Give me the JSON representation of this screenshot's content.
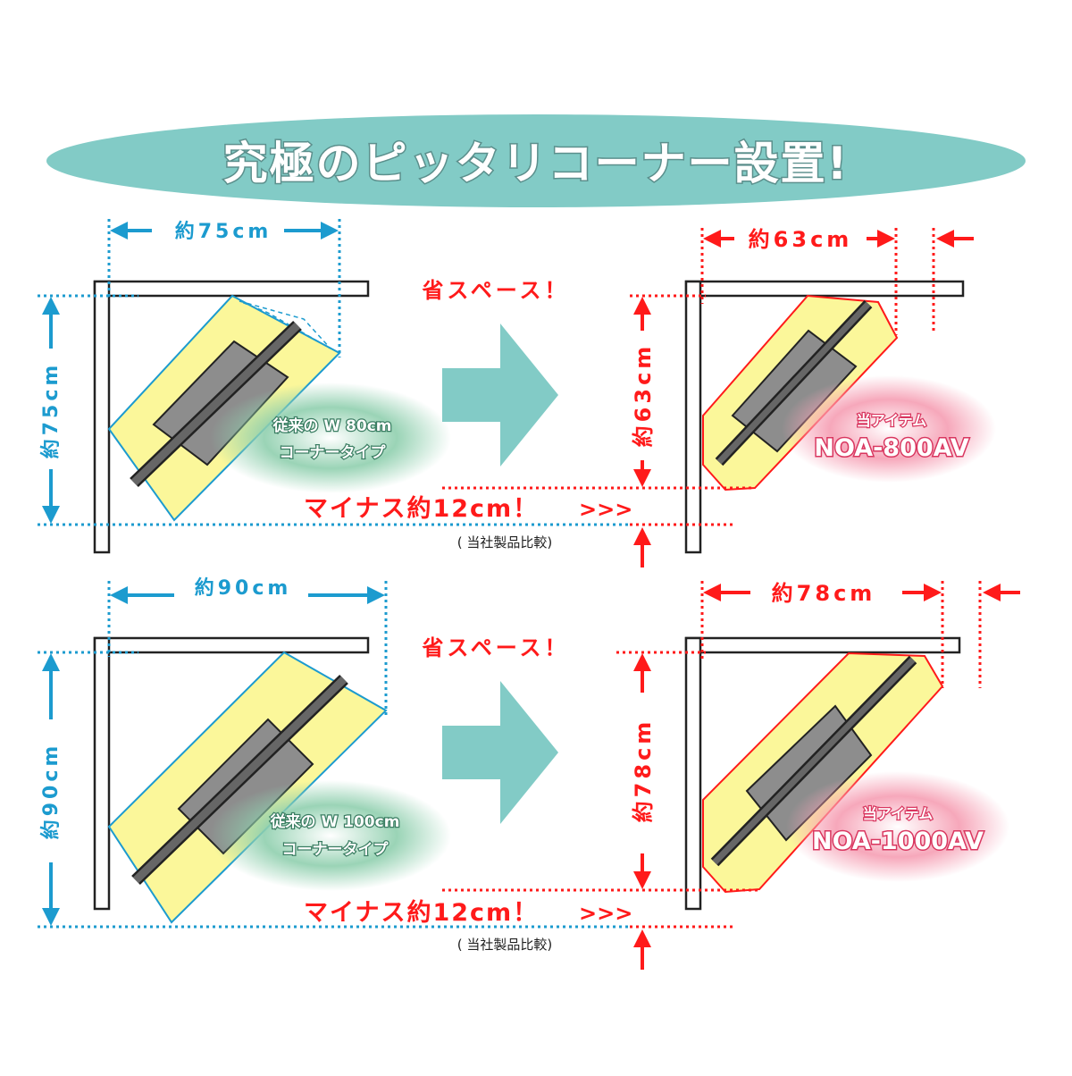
{
  "title": "究極のピッタリコーナー設置!",
  "colors": {
    "teal": "#82cbc6",
    "blue": "#1c9bcf",
    "red": "#ff1a1a",
    "yellow": "#fbf79a",
    "gray": "#8d8d8d",
    "pink": "#f7a5b8",
    "green_bubble": "#7ec4a0"
  },
  "rows": [
    {
      "old_width": "約75cm",
      "old_depth": "約75cm",
      "old_label_line1": "従来の W 80cm",
      "old_label_line2": "コーナータイプ",
      "space_label": "省スペース！",
      "new_width": "約63cm",
      "new_depth": "約63cm",
      "new_label_line1": "当アイテム",
      "new_model": "NOA-800AV",
      "minus_label": "マイナス約12cm！",
      "minus_arrows": ">>>",
      "note": "( 当社製品比較)"
    },
    {
      "old_width": "約90cm",
      "old_depth": "約90cm",
      "old_label_line1": "従来の W 100cm",
      "old_label_line2": "コーナータイプ",
      "space_label": "省スペース！",
      "new_width": "約78cm",
      "new_depth": "約78cm",
      "new_label_line1": "当アイテム",
      "new_model": "NOA-1000AV",
      "minus_label": "マイナス約12cm！",
      "minus_arrows": ">>>",
      "note": "( 当社製品比較)"
    }
  ]
}
